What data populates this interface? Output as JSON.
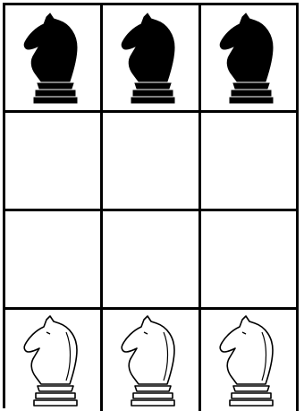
{
  "board": {
    "rows": 4,
    "cols": 3,
    "cells": [
      [
        {
          "piece": "black-knight"
        },
        {
          "piece": "black-knight"
        },
        {
          "piece": "black-knight"
        }
      ],
      [
        {
          "piece": null
        },
        {
          "piece": null
        },
        {
          "piece": null
        }
      ],
      [
        {
          "piece": null
        },
        {
          "piece": null
        },
        {
          "piece": null
        }
      ],
      [
        {
          "piece": "white-knight"
        },
        {
          "piece": "white-knight"
        },
        {
          "piece": "white-knight"
        }
      ]
    ]
  },
  "colors": {
    "grid_line": "#000000",
    "square": "#ffffff",
    "black_piece_fill": "#000000",
    "white_piece_fill": "#ffffff",
    "white_piece_stroke": "#000000"
  }
}
